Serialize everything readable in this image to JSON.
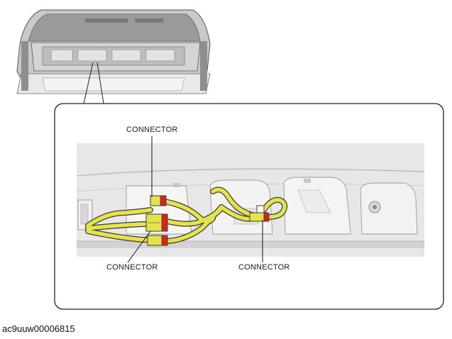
{
  "callouts": {
    "top": "CONNECTOR",
    "bottom_left": "CONNECTOR",
    "bottom_right": "CONNECTOR"
  },
  "reference_code": "ac9uuw00006815",
  "colors": {
    "harness_yellow": "#e6e34a",
    "connector_red": "#d92121",
    "panel_gray": "#dcdcdc",
    "outline": "#3a3a3a"
  }
}
